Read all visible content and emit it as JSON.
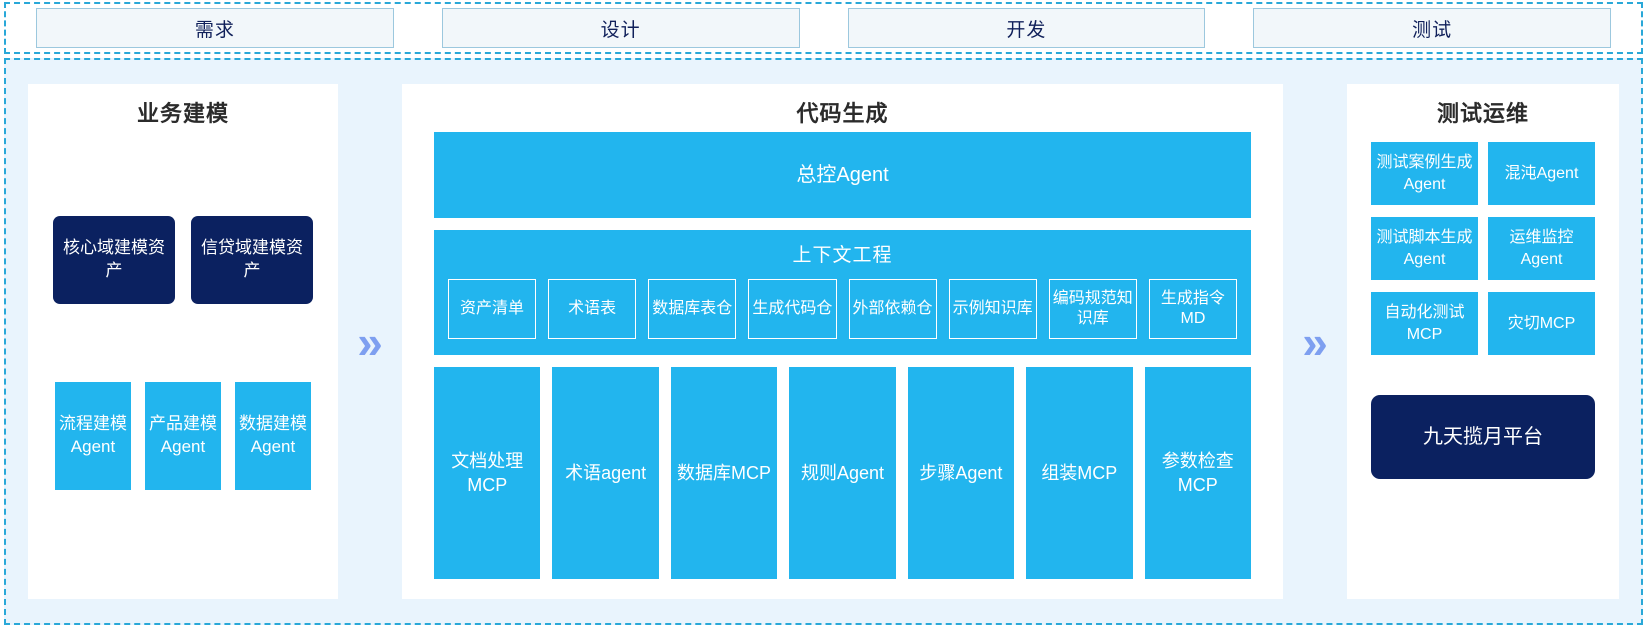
{
  "phases": [
    {
      "label": "需求"
    },
    {
      "label": "设计"
    },
    {
      "label": "开发"
    },
    {
      "label": "测试"
    }
  ],
  "arrows": {
    "left_to_center": "»",
    "center_to_right": "»"
  },
  "colors": {
    "accent_blue": "#22b5ee",
    "navy": "#0b2160",
    "panel_bg": "#e9f4fd",
    "border_dashed": "#29a8d8",
    "arrow": "#7e9ff0"
  },
  "left_column": {
    "title": "业务建模",
    "assets": [
      {
        "label": "核心域建模资产"
      },
      {
        "label": "信贷域建模资产"
      }
    ],
    "agents": [
      {
        "label": "流程建模Agent"
      },
      {
        "label": "产品建模Agent"
      },
      {
        "label": "数据建模Agent"
      }
    ]
  },
  "center_column": {
    "title": "代码生成",
    "master_agent": {
      "label": "总控Agent"
    },
    "context_engineering": {
      "title": "上下文工程",
      "items": [
        {
          "label": "资产清单"
        },
        {
          "label": "术语表"
        },
        {
          "label": "数据库表仓"
        },
        {
          "label": "生成代码仓"
        },
        {
          "label": "外部依赖仓"
        },
        {
          "label": "示例知识库"
        },
        {
          "label": "编码规范知识库"
        },
        {
          "label": "生成指令MD"
        }
      ]
    },
    "tools": [
      {
        "label": "文档处理MCP"
      },
      {
        "label": "术语agent"
      },
      {
        "label": "数据库MCP"
      },
      {
        "label": "规则Agent"
      },
      {
        "label": "步骤Agent"
      },
      {
        "label": "组装MCP"
      },
      {
        "label": "参数检查MCP"
      }
    ]
  },
  "right_column": {
    "title": "测试运维",
    "items": [
      {
        "label": "测试案例生成Agent"
      },
      {
        "label": "混沌Agent"
      },
      {
        "label": "测试脚本生成Agent"
      },
      {
        "label": "运维监控Agent"
      },
      {
        "label": "自动化测试MCP"
      },
      {
        "label": "灾切MCP"
      }
    ],
    "platform": {
      "label": "九天揽月平台"
    }
  }
}
